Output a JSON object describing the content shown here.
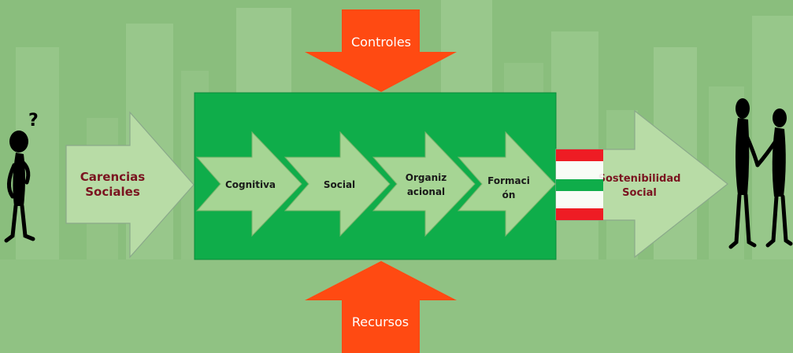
{
  "diagram": {
    "controls": {
      "label": "Controles"
    },
    "resources": {
      "label": "Recursos"
    },
    "input": {
      "lines": [
        "Carencias",
        "Sociales"
      ]
    },
    "output": {
      "lines": [
        "Sostenibilidad",
        "Social"
      ]
    },
    "steps": [
      {
        "lines": [
          "Cognitiva"
        ]
      },
      {
        "lines": [
          "Social"
        ]
      },
      {
        "lines": [
          "Organiz",
          "acional"
        ]
      },
      {
        "lines": [
          "Formaci",
          "ón"
        ]
      }
    ]
  },
  "colors": {
    "background": "#8dc080",
    "process_box": "#0fad4a",
    "chevron": "#a6d594",
    "side_arrow": "#b8dca6",
    "control_arrows": "#ff4a12",
    "stripe_red": "#ee1c24",
    "label_dark_red": "#7a1420"
  },
  "icons": {
    "left_figure": "thinking-person-icon",
    "right_figure": "handshake-people-icon"
  }
}
